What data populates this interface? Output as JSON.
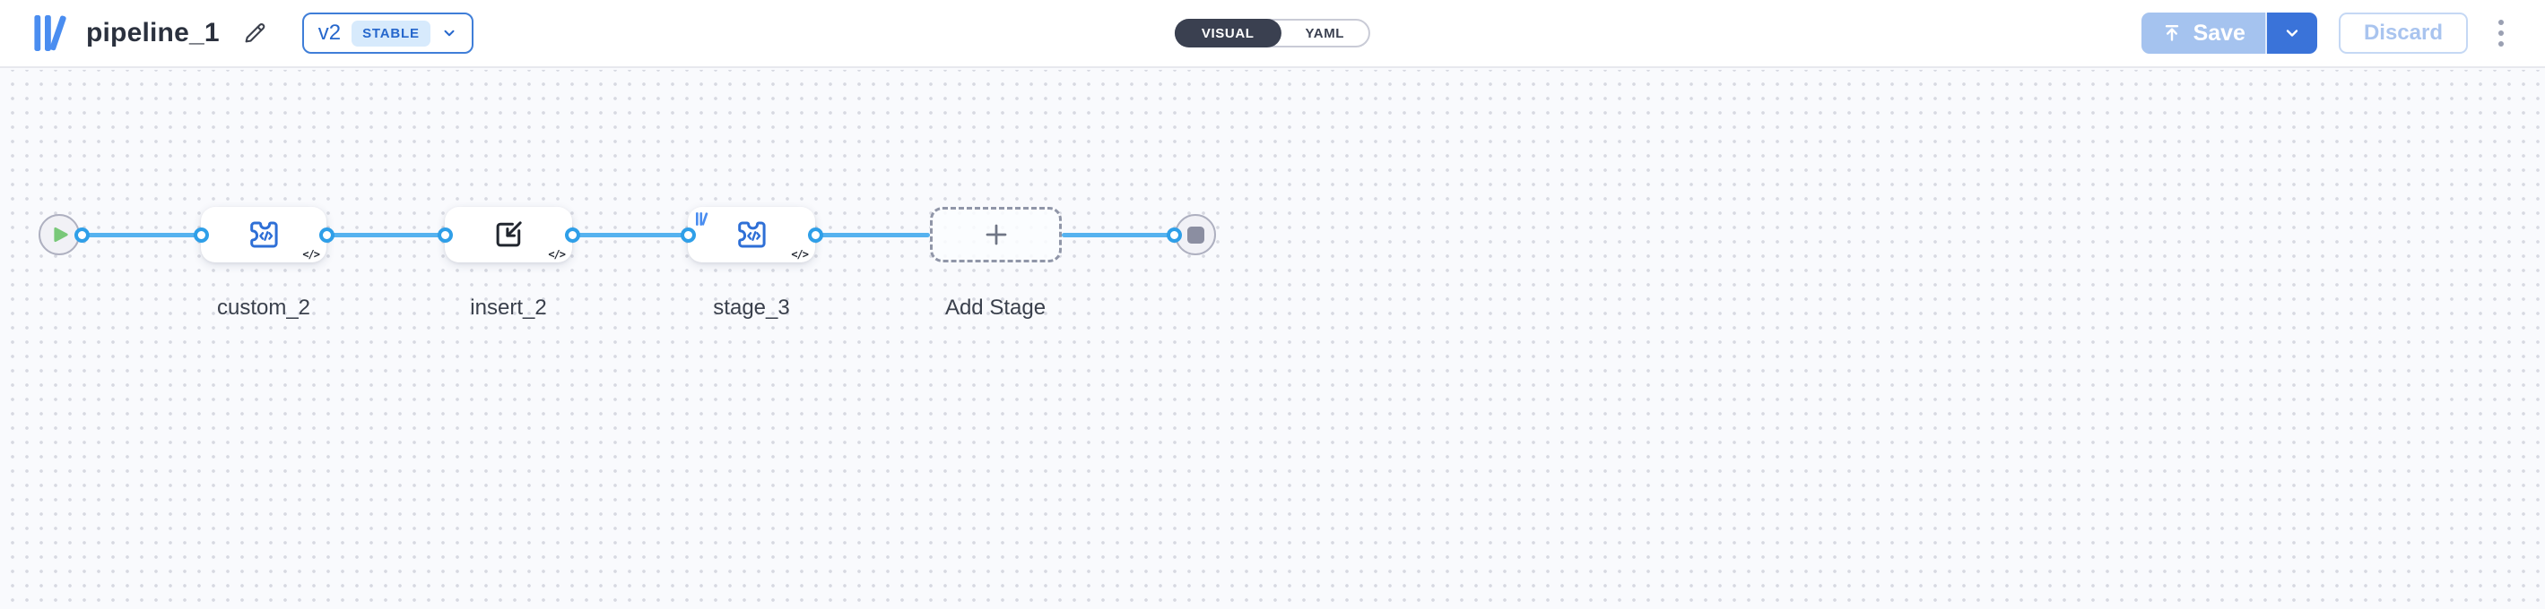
{
  "header": {
    "title": "pipeline_1",
    "version": "v2",
    "version_status": "STABLE",
    "view_toggle": {
      "visual": "VISUAL",
      "yaml": "YAML"
    },
    "save_label": "Save",
    "discard_label": "Discard"
  },
  "canvas": {
    "stages": [
      {
        "label": "custom_2",
        "icon": "puzzle-code-icon",
        "type_badge": "</>"
      },
      {
        "label": "insert_2",
        "icon": "insert-icon",
        "type_badge": "</>"
      },
      {
        "label": "stage_3",
        "icon": "puzzle-code-icon",
        "library_badge": "library-icon",
        "type_badge": "</>"
      }
    ],
    "add_stage_label": "Add Stage"
  },
  "colors": {
    "accent_blue": "#2e6fd6",
    "logo_blue": "#4a8df0",
    "edge_blue": "#56b2ef",
    "handle_blue": "#2f9fe8",
    "toggle_dark": "#3a4050",
    "save_disabled_blue": "#a5c3ef",
    "save_menu_blue": "#3a73d9",
    "play_green": "#79c879",
    "stop_gray": "#8b8ea1"
  }
}
